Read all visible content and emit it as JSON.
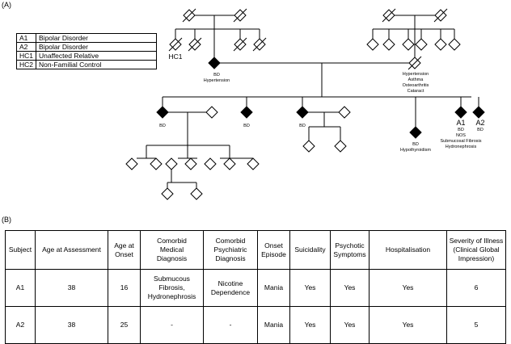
{
  "panel_a": {
    "label": "(A)",
    "legend": [
      {
        "code": "A1",
        "description": "Bipolar Disorder"
      },
      {
        "code": "A2",
        "description": "Bipolar Disorder"
      },
      {
        "code": "HC1",
        "description": "Unaffected Relative"
      },
      {
        "code": "HC2",
        "description": "Non-Familial Control"
      }
    ],
    "labels": {
      "hc1": "HC1",
      "father_line1": "BD",
      "father_line2": "Hypertension",
      "mother_line1": "Hypertension",
      "mother_line2": "Asthma",
      "mother_line3": "Osteoarthritis",
      "mother_line4": "Cataract",
      "child1": "BD",
      "child2": "BD",
      "child3": "BD",
      "child4_line1": "BD",
      "child4_line2": "Hypothyroidism",
      "a1_id": "A1",
      "a1_line1": "BD",
      "a1_line2": "NOS",
      "a1_line3": "Submucosal Fibrosis",
      "a1_line4": "Hydronephrosis",
      "a2_id": "A2",
      "a2_line1": "BD"
    }
  },
  "panel_b": {
    "label": "(B)",
    "headers": {
      "subject": "Subject",
      "age_assessment": "Age at Assessment",
      "age_onset": [
        "Age at",
        "Onset"
      ],
      "comorbid_medical": [
        "Comorbid",
        "Medical",
        "Diagnosis"
      ],
      "comorbid_psychiatric": [
        "Comorbid",
        "Psychiatric",
        "Diagnosis"
      ],
      "onset_episode": [
        "Onset",
        "Episode"
      ],
      "suicidality": "Suicidality",
      "psychotic": [
        "Psychotic",
        "Symptoms"
      ],
      "hospitalisation": "Hospitalisation",
      "severity": [
        "Severity of Illness",
        "(Clinical Global Impression)"
      ]
    },
    "rows": [
      {
        "subject": "A1",
        "age_assessment": "38",
        "age_onset": "16",
        "comorbid_medical": [
          "Submucous",
          "Fibrosis,",
          "Hydronephrosis"
        ],
        "comorbid_psychiatric": [
          "Nicotine",
          "Dependence"
        ],
        "onset_episode": "Mania",
        "suicidality": "Yes",
        "psychotic": "Yes",
        "hospitalisation": "Yes",
        "severity": "6"
      },
      {
        "subject": "A2",
        "age_assessment": "38",
        "age_onset": "25",
        "comorbid_medical": [
          "-"
        ],
        "comorbid_psychiatric": [
          "-"
        ],
        "onset_episode": "Mania",
        "suicidality": "Yes",
        "psychotic": "Yes",
        "hospitalisation": "Yes",
        "severity": "5"
      }
    ]
  }
}
